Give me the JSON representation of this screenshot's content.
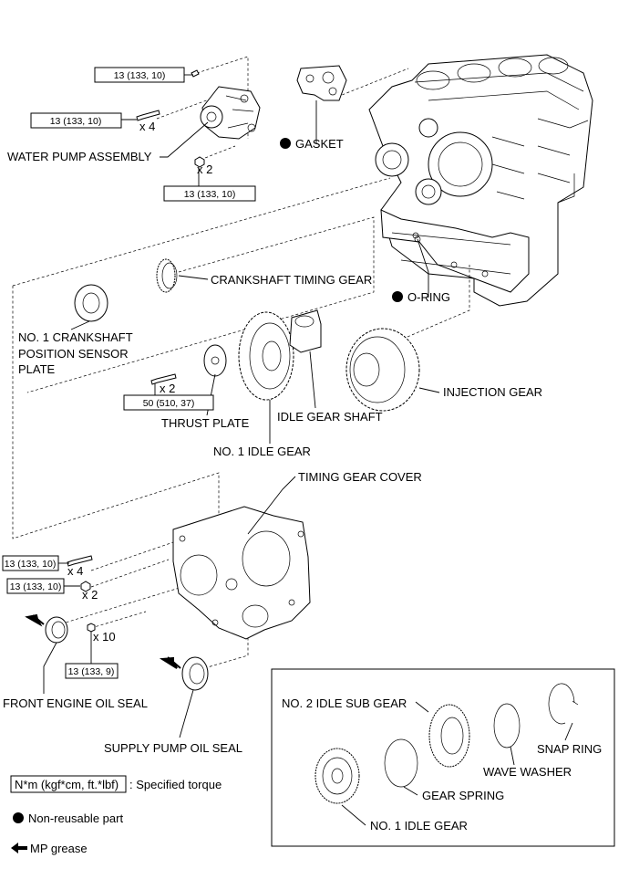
{
  "torques": {
    "t_pump_top": "13 (133, 10)",
    "t_pump_left": "13 (133, 10)",
    "t_pump_nut": "13 (133, 10)",
    "t_thrust": "50 (510, 37)",
    "t_cover_bolt": "13 (133, 10)",
    "t_cover_nut": "13 (133, 10)",
    "t_cover_small": "13 (133, 9)"
  },
  "quantities": {
    "q_pump_bolts": "x 4",
    "q_pump_nuts": "x 2",
    "q_thrust_bolts": "x 2",
    "q_cover_bolts": "x 4",
    "q_cover_nuts": "x 2",
    "q_cover_small": "x 10"
  },
  "labels": {
    "water_pump": "WATER PUMP ASSEMBLY",
    "gasket": "GASKET",
    "crank_gear": "CRANKSHAFT TIMING GEAR",
    "o_ring": "O-RING",
    "sensor_plate_1": "NO. 1 CRANKSHAFT",
    "sensor_plate_2": "POSITION SENSOR",
    "sensor_plate_3": "PLATE",
    "thrust_plate": "THRUST PLATE",
    "idle_gear_shaft": "IDLE GEAR SHAFT",
    "injection_gear": "INJECTION GEAR",
    "idle_gear": "NO. 1 IDLE GEAR",
    "timing_cover": "TIMING GEAR COVER",
    "front_seal": "FRONT ENGINE OIL SEAL",
    "supply_seal": "SUPPLY PUMP OIL SEAL",
    "sub_gear": "NO. 2 IDLE SUB GEAR",
    "snap_ring": "SNAP RING",
    "wave_washer": "WAVE WASHER",
    "gear_spring": "GEAR SPRING",
    "inset_idle_gear": "NO. 1 IDLE GEAR"
  },
  "legend": {
    "torque_box": "N*m (kgf*cm, ft.*lbf)",
    "torque_desc": ": Specified torque",
    "nonreusable": "Non-reusable part",
    "grease": "MP grease"
  }
}
